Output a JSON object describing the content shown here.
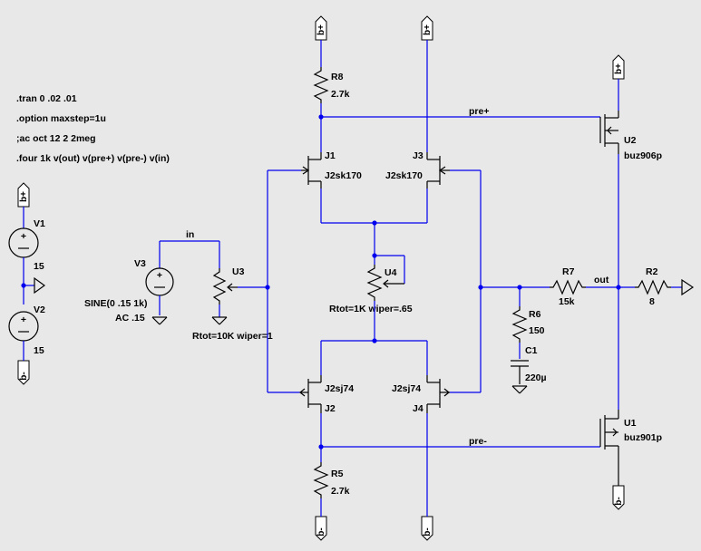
{
  "directives": [
    ".tran 0 .02 .01",
    ".option maxstep=1u",
    ";ac oct 12 2 2meg",
    ".four 1k v(out) v(pre+) v(pre-) v(in)"
  ],
  "supply_flags": {
    "positive": "b+",
    "negative": "b-"
  },
  "sources": {
    "v1": {
      "name": "V1",
      "value": "15"
    },
    "v2": {
      "name": "V2",
      "value": "15"
    },
    "v3": {
      "name": "V3",
      "value_line1": "SINE(0 .15 1k)",
      "value_line2": "AC .15"
    }
  },
  "pots": {
    "u3": {
      "name": "U3",
      "value": "Rtot=10K wiper=1"
    },
    "u4": {
      "name": "U4",
      "value": "Rtot=1K wiper=.65"
    }
  },
  "resistors": {
    "r8": {
      "name": "R8",
      "value": "2.7k"
    },
    "r5": {
      "name": "R5",
      "value": "2.7k"
    },
    "r7": {
      "name": "R7",
      "value": "15k"
    },
    "r6": {
      "name": "R6",
      "value": "150"
    },
    "r2": {
      "name": "R2",
      "value": "8"
    }
  },
  "capacitors": {
    "c1": {
      "name": "C1",
      "value": "220µ"
    }
  },
  "jfets": {
    "j1": {
      "name": "J1",
      "model": "J2sk170"
    },
    "j3": {
      "name": "J3",
      "model": "J2sk170"
    },
    "j2": {
      "name": "J2",
      "model": "J2sj74"
    },
    "j4": {
      "name": "J4",
      "model": "J2sj74"
    }
  },
  "mosfets": {
    "u2": {
      "name": "U2",
      "model": "buz906p"
    },
    "u1": {
      "name": "U1",
      "model": "buz901p"
    }
  },
  "nets": {
    "in": "in",
    "pre_plus": "pre+",
    "pre_minus": "pre-",
    "out": "out"
  }
}
